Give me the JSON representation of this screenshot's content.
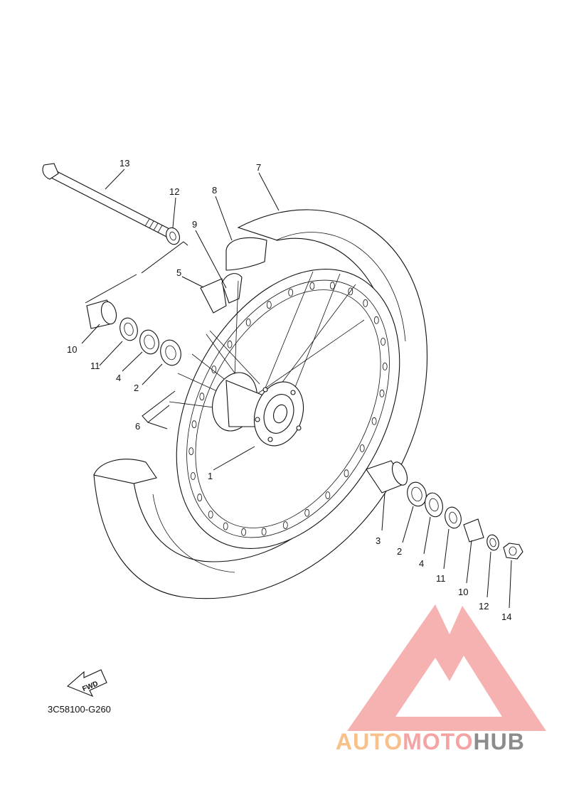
{
  "diagram_code": "3C58100-G260",
  "direction_label": "FWD",
  "watermark": {
    "part_auto": "AUTO",
    "part_moto": "MOTO",
    "part_hub": "HUB",
    "colors": {
      "auto": "#f8c08a",
      "moto": "#f5a3a3",
      "hub": "#8c8c8c",
      "logo": "#f5a3a3"
    }
  },
  "callouts": {
    "n13": "13",
    "n12a": "12",
    "n7": "7",
    "n8": "8",
    "n9": "9",
    "n5": "5",
    "n10a": "10",
    "n11a": "11",
    "n4a": "4",
    "n2a": "2",
    "n6": "6",
    "n1": "1",
    "n3": "3",
    "n2b": "2",
    "n4b": "4",
    "n11b": "11",
    "n10b": "10",
    "n12b": "12",
    "n14": "14"
  }
}
